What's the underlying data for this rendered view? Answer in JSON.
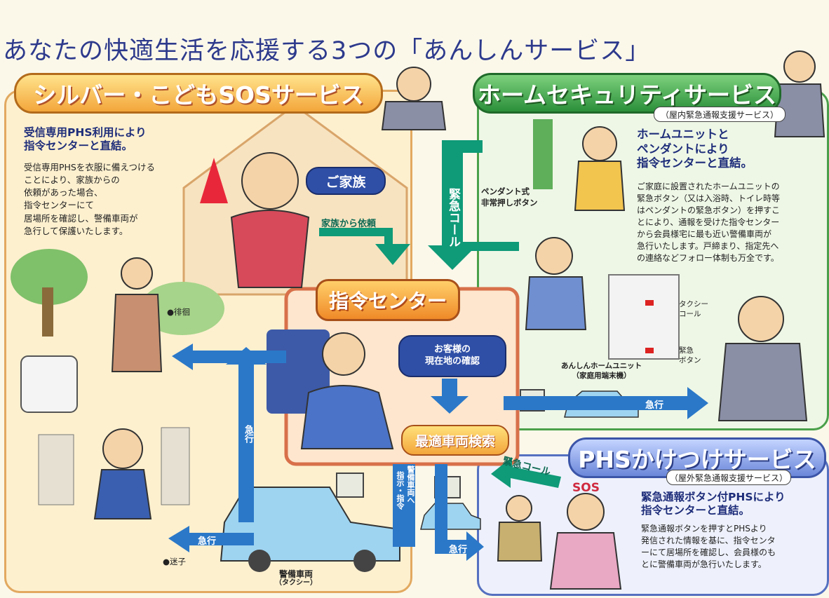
{
  "title": "あなたの快適生活を応援する3つの「あんしんサービス」",
  "silver": {
    "banner": "シルバー・こどもSOSサービス",
    "headline_1": "受信専用PHS利用により",
    "headline_2": "指令センターと直結。",
    "body": [
      "受信専用PHSを衣服に備えつける",
      "ことにより、家族からの",
      "依頼があった場合、",
      "指令センターにて",
      "居場所を確認し、警備車両が",
      "急行して保護いたします。"
    ],
    "label_wander": "●徘徊",
    "label_lost": "●迷子"
  },
  "home": {
    "banner": "ホームセキュリティサービス",
    "sub": "（屋内緊急通報支援サービス）",
    "headline_1": "ホームユニットと",
    "headline_2": "ペンダントにより",
    "headline_3": "指令センターと直結。",
    "body": [
      "ご家庭に設置されたホームユニットの",
      "緊急ボタン（又は入浴時、トイレ時等",
      "はペンダントの緊急ボタン）を押すこ",
      "とにより、通報を受けた指令センター",
      "から会員様宅に最も近い警備車両が",
      "急行いたします。戸締まり、指定先へ",
      "の連絡などフォロー体制も万全です。"
    ],
    "pendant_1": "ペンダント式",
    "pendant_2": "非常押しボタン",
    "taxi_call_1": "タクシー",
    "taxi_call_2": "コール",
    "emergency_btn_1": "緊急",
    "emergency_btn_2": "ボタン",
    "unit_1": "あんしんホームユニット",
    "unit_2": "（家庭用端末機）"
  },
  "phs": {
    "banner": "PHSかけつけサービス",
    "sub": "（屋外緊急通報支援サービス）",
    "headline_1": "緊急通報ボタン付PHSにより",
    "headline_2": "指令センターと直結。",
    "body": [
      "緊急通報ボタンを押すとPHSより",
      "発信された情報を基に、指令センタ",
      "ーにて居場所を確認し、会員様のも",
      "とに警備車両が急行いたします。"
    ],
    "sos": "SOS"
  },
  "center": {
    "family": "ご家族",
    "command": "指令センター",
    "location_1": "お客様の",
    "location_2": "現在地の確認",
    "vehicle_search": "最適車両検索",
    "guard_car": "警備車両",
    "guard_car_sub": "（タクシー）"
  },
  "arrows": {
    "request_from_family": "家族から依頼",
    "emergency_call_vertical": "緊急コール",
    "emergency_call_phs": "緊急コール",
    "rush_silver_vertical": "急行",
    "rush_silver": "急行",
    "rush_home": "急行",
    "rush_phs": "急行",
    "instruction": "指示・指令",
    "instruction_to_car": "警備車両へ"
  },
  "colors": {
    "title": "#2d3a8c",
    "silver_frame": "#e2a960",
    "home_frame": "#4aa04a",
    "phs_frame": "#5570c0",
    "green_arrow": "#0f9a78",
    "blue_arrow": "#2b78c8"
  }
}
